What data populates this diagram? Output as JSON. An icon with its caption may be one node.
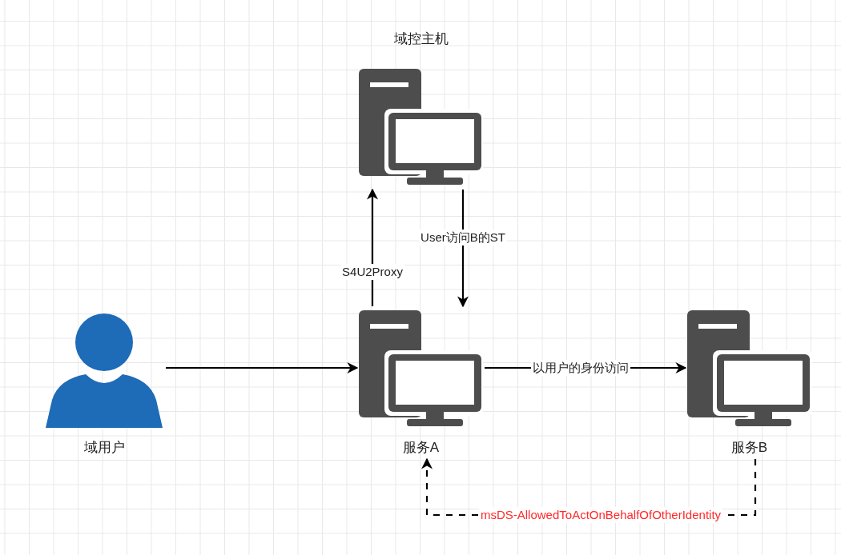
{
  "diagram": {
    "nodes": [
      {
        "text": [
          "域控主机"
        ]
      },
      {
        "text": [
          "域用户"
        ]
      },
      {
        "text": [
          "服务A"
        ]
      },
      {
        "text": [
          "服务B"
        ]
      }
    ],
    "edges": [
      {
        "from": 1,
        "to": 2,
        "arrow": "to"
      },
      {
        "from": 2,
        "to": 0,
        "arrow": "to",
        "label": "S4U2Proxy"
      },
      {
        "from": 0,
        "to": 2,
        "arrow": "to",
        "label": "User访问B的ST"
      },
      {
        "from": 2,
        "to": 3,
        "arrow": "to",
        "label": "以用户的身份访问"
      },
      {
        "from": 3,
        "to": 2,
        "arrow": "to",
        "style": "dashed",
        "label": "msDS-AllowedToActOnBehalfOfOtherIdentity"
      }
    ]
  }
}
